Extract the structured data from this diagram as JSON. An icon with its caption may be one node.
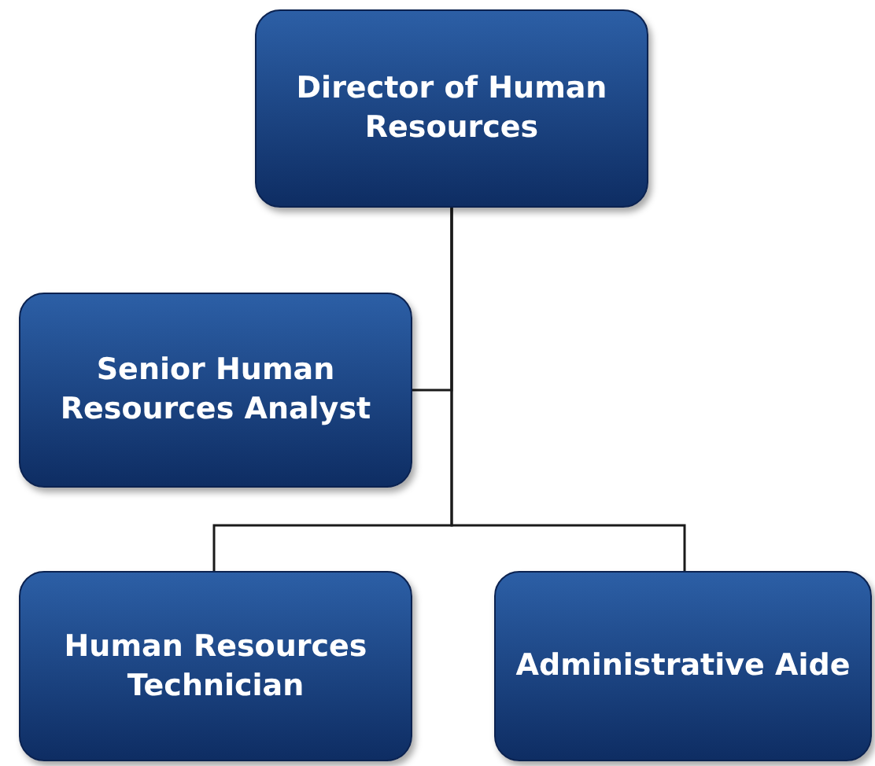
{
  "diagram": {
    "nodes": [
      {
        "text": [
          "Director of Human Resources"
        ]
      },
      {
        "text": [
          "Senior Human Resources Analyst"
        ]
      },
      {
        "text": [
          "Human Resources Technician"
        ]
      },
      {
        "text": [
          "Administrative Aide"
        ]
      }
    ],
    "edges": [
      {
        "from": 0,
        "to": 1,
        "arrow": "none"
      },
      {
        "from": 0,
        "to": 2,
        "arrow": "none"
      },
      {
        "from": 0,
        "to": 3,
        "arrow": "none"
      }
    ]
  }
}
